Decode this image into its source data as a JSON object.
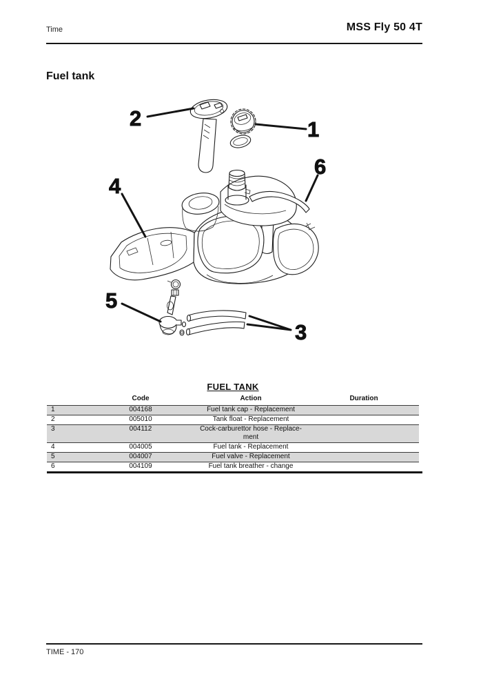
{
  "page": {
    "header_left": "Time",
    "header_right": "MSS Fly 50 4T",
    "section_title": "Fuel tank",
    "footer": "TIME - 170"
  },
  "colors": {
    "line": "#1c1c1c",
    "row_shade": "#d8d8d8",
    "rule": "#161616"
  },
  "diagram": {
    "type": "exploded-parts-drawing",
    "subject": "Fuel tank",
    "callouts": [
      "1",
      "2",
      "3",
      "4",
      "5",
      "6"
    ]
  },
  "table": {
    "title": "FUEL TANK",
    "columns": {
      "code": "Code",
      "action": "Action",
      "duration": "Duration"
    },
    "rows": [
      {
        "num": "1",
        "code": "004168",
        "action": "Fuel tank cap - Replacement",
        "duration": ""
      },
      {
        "num": "2",
        "code": "005010",
        "action": "Tank float - Replacement",
        "duration": ""
      },
      {
        "num": "3",
        "code": "004112",
        "action": "Cock-carburettor hose - Replace-\nment",
        "duration": ""
      },
      {
        "num": "4",
        "code": "004005",
        "action": "Fuel tank - Replacement",
        "duration": ""
      },
      {
        "num": "5",
        "code": "004007",
        "action": "Fuel valve - Replacement",
        "duration": ""
      },
      {
        "num": "6",
        "code": "004109",
        "action": "Fuel tank breather - change",
        "duration": ""
      }
    ]
  }
}
